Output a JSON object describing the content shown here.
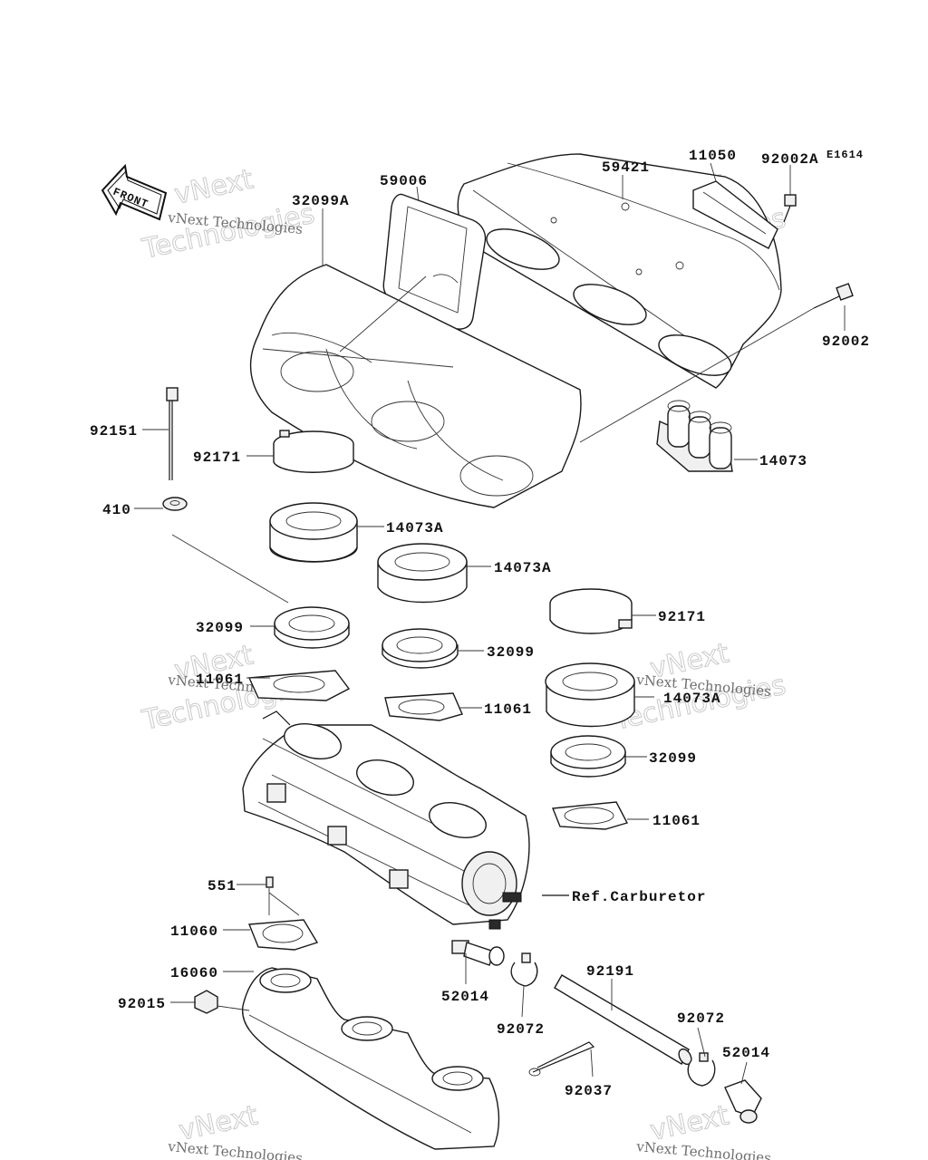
{
  "diagram_code": "E1614",
  "front_label": "FRONT",
  "ref_label": "Ref.Carburetor",
  "watermark": {
    "line1": "vNext Technologies",
    "big_line1": "vNext",
    "big_line2": "Technologies"
  },
  "callouts": {
    "c59006": "59006",
    "c59421": "59421",
    "c11050": "11050",
    "c92002A": "92002A",
    "c32099A": "32099A",
    "c92002": "92002",
    "c92151": "92151",
    "c92171_top": "92171",
    "c14073": "14073",
    "c410": "410",
    "c14073A_1": "14073A",
    "c14073A_2": "14073A",
    "c14073A_3": "14073A",
    "c32099_1": "32099",
    "c32099_2": "32099",
    "c32099_3": "32099",
    "c92171_mid": "92171",
    "c11061_1": "11061",
    "c11061_2": "11061",
    "c11061_3": "11061",
    "c551": "551",
    "c11060": "11060",
    "c16060": "16060",
    "c92015": "92015",
    "c52014_1": "52014",
    "c92072_1": "92072",
    "c92191": "92191",
    "c92072_2": "92072",
    "c52014_2": "52014",
    "c92037": "92037"
  }
}
